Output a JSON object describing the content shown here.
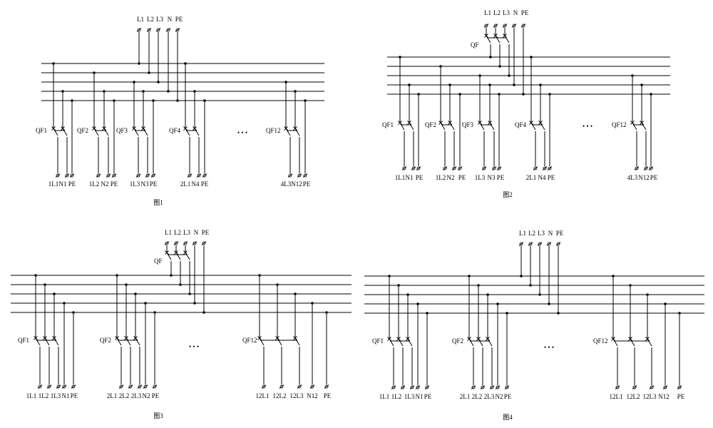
{
  "diagrams": [
    {
      "id": "fig1",
      "caption": "图1",
      "supply_labels": [
        "L1",
        "L2",
        "L3",
        "N",
        "PE"
      ],
      "main_breaker": "",
      "breakers": [
        "QF1",
        "QF2",
        "QF3",
        "QF4",
        "QF12"
      ],
      "outputs": [
        [
          "1L1",
          "N1",
          "PE"
        ],
        [
          "1L2",
          "N2",
          "PE"
        ],
        [
          "1L3",
          "N3",
          "PE"
        ],
        [
          "2L1",
          "N4",
          "PE"
        ],
        [
          "4L3",
          "N12",
          "PE"
        ]
      ],
      "ellipsis": "• • •"
    },
    {
      "id": "fig2",
      "caption": "图2",
      "supply_labels": [
        "L1",
        "L2",
        "L3",
        "N",
        "PE"
      ],
      "main_breaker": "QF",
      "breakers": [
        "QF1",
        "QF2",
        "QF3",
        "QF4",
        "QF12"
      ],
      "outputs": [
        [
          "1L1",
          "N1",
          "PE"
        ],
        [
          "1L2",
          "N2",
          "PE"
        ],
        [
          "1L3",
          "N3",
          "PE"
        ],
        [
          "2L1",
          "N4",
          "PE"
        ],
        [
          "4L3",
          "N12",
          "PE"
        ]
      ],
      "ellipsis": "• • •"
    },
    {
      "id": "fig3",
      "caption": "图3",
      "supply_labels": [
        "L1",
        "L2",
        "L3",
        "N",
        "PE"
      ],
      "main_breaker": "QF",
      "breakers": [
        "QF1",
        "QF2",
        "QF12"
      ],
      "outputs": [
        [
          "1L1",
          "1L2",
          "1L3",
          "N1",
          "PE"
        ],
        [
          "2L1",
          "2L2",
          "2L3",
          "N2",
          "PE"
        ],
        [
          "12L1",
          "12L2",
          "12L3",
          "N12",
          "PE"
        ]
      ],
      "ellipsis": "• • •"
    },
    {
      "id": "fig4",
      "caption": "图4",
      "supply_labels": [
        "L1",
        "L2",
        "L3",
        "N",
        "PE"
      ],
      "main_breaker": "",
      "breakers": [
        "QF1",
        "QF2",
        "QF12"
      ],
      "outputs": [
        [
          "1L1",
          "1L2",
          "1L3",
          "N1",
          "PE"
        ],
        [
          "2L1",
          "2L2",
          "2L3",
          "N2",
          "PE"
        ],
        [
          "12L1",
          "12L2",
          "12L3",
          "N12",
          "PE"
        ]
      ],
      "ellipsis": "• • •"
    }
  ]
}
